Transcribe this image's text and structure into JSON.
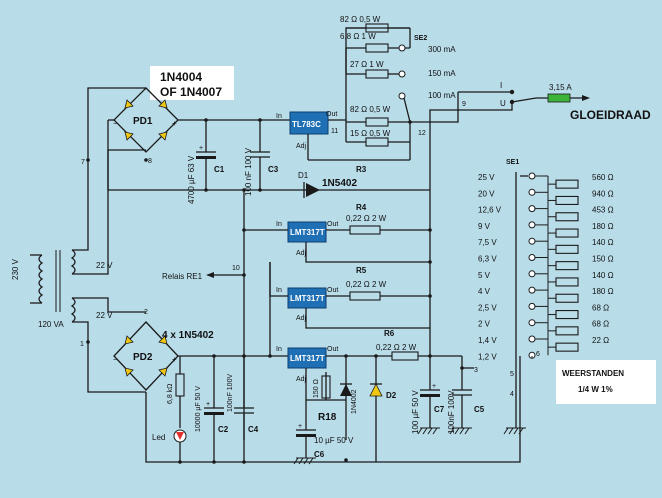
{
  "title_rect": {
    "line1": "1N4004",
    "line2": "OF 1N4007"
  },
  "gloeidraad": "GLOEIDRAAD",
  "fuse": "3,15 A",
  "weerstanden": {
    "line1": "WEERSTANDEN",
    "line2": "1/4 W  1%"
  },
  "bridge1": "PD1",
  "bridge2": "PD2",
  "bridge2_type": "4 x 1N5402",
  "transformer": {
    "primary": "230 V",
    "va": "120 VA",
    "sec1": "22 V",
    "sec2": "22 V"
  },
  "caps": {
    "c1_val": "4700 µF 63 V",
    "c1": "C1",
    "c3_val": "100 nF 100 V",
    "c3": "C3",
    "c2_val": "10000 µF 50 V",
    "c2": "C2",
    "c4_val": "100nF 100V",
    "c4": "C4",
    "c6_val": "10 µF 50 V",
    "c6": "C6",
    "c7_val": "100 µF 50 V",
    "c7": "C7",
    "c5_val": "100nF 100V",
    "c5": "C5"
  },
  "d1": {
    "name": "D1",
    "type": "1N5402"
  },
  "d2": "D2",
  "d_1n4002": "1N4002",
  "r18": {
    "name": "R18",
    "val": "150 Ω"
  },
  "r_led": "6,8 kΩ",
  "led": "Led",
  "ics": {
    "tl783": "TL783C",
    "lm1": "LMT317T",
    "lm2": "LMT317T",
    "lm3": "LMT317T"
  },
  "pins": {
    "in": "In",
    "out": "Out",
    "adj": "Adj"
  },
  "nodes": {
    "n11": "11",
    "n12": "12",
    "n9": "9",
    "n10": "10",
    "n7": "7",
    "n8": "8",
    "n2": "2",
    "n1": "1",
    "n3": "3",
    "n4": "4",
    "n5": "5",
    "n6": "6"
  },
  "se2": {
    "name": "SE2",
    "r1": "82 Ω 0,5 W",
    "r2": "6,8 Ω 1 W",
    "r3": "27 Ω 1 W",
    "r4": "82 Ω 0,5 W",
    "r5": "15 Ω 0,5 W",
    "r3name": "R3",
    "opt1": "300 mA",
    "opt2": "150 mA",
    "opt3": "100 mA"
  },
  "iu": {
    "i": "I",
    "u": "U"
  },
  "r4": {
    "name": "R4",
    "val": "0,22 Ω 2 W"
  },
  "r5": {
    "name": "R5",
    "val": "0,22 Ω 2 W"
  },
  "r6": {
    "name": "R6",
    "val": "0,22 Ω 2 W"
  },
  "relais": "Relais RE1",
  "se1": {
    "name": "SE1",
    "voltages": [
      "25 V",
      "20 V",
      "12,6 V",
      "9 V",
      "7,5 V",
      "6,3 V",
      "5 V",
      "4 V",
      "2,5 V",
      "2 V",
      "1,4 V",
      "1,2 V"
    ],
    "resistors": [
      "560 Ω",
      "940 Ω",
      "453 Ω",
      "180 Ω",
      "140 Ω",
      "150 Ω",
      "140 Ω",
      "180 Ω",
      "68 Ω",
      "68 Ω",
      "22 Ω"
    ]
  }
}
